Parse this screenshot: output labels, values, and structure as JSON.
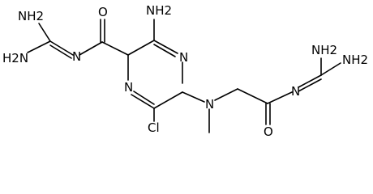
{
  "structure": {
    "colors": {
      "line": "#000000",
      "background": "#ffffff"
    },
    "atom_labels": {
      "guanidine_left_nh2_top": "NH2",
      "guanidine_left_nh2_bottom": "H2N",
      "guanidine_left_imine_n": "N",
      "carbonyl_o": "O",
      "ring_amino": "NH2",
      "ring_n_top": "N",
      "ring_n_bottom": "N",
      "chloro": "Cl",
      "amine_n": "N",
      "amide_o": "O",
      "guanidine_right_imine_n": "N",
      "guanidine_right_nh2_top": "NH2",
      "guanidine_right_nh2_bottom": "NH2"
    }
  }
}
